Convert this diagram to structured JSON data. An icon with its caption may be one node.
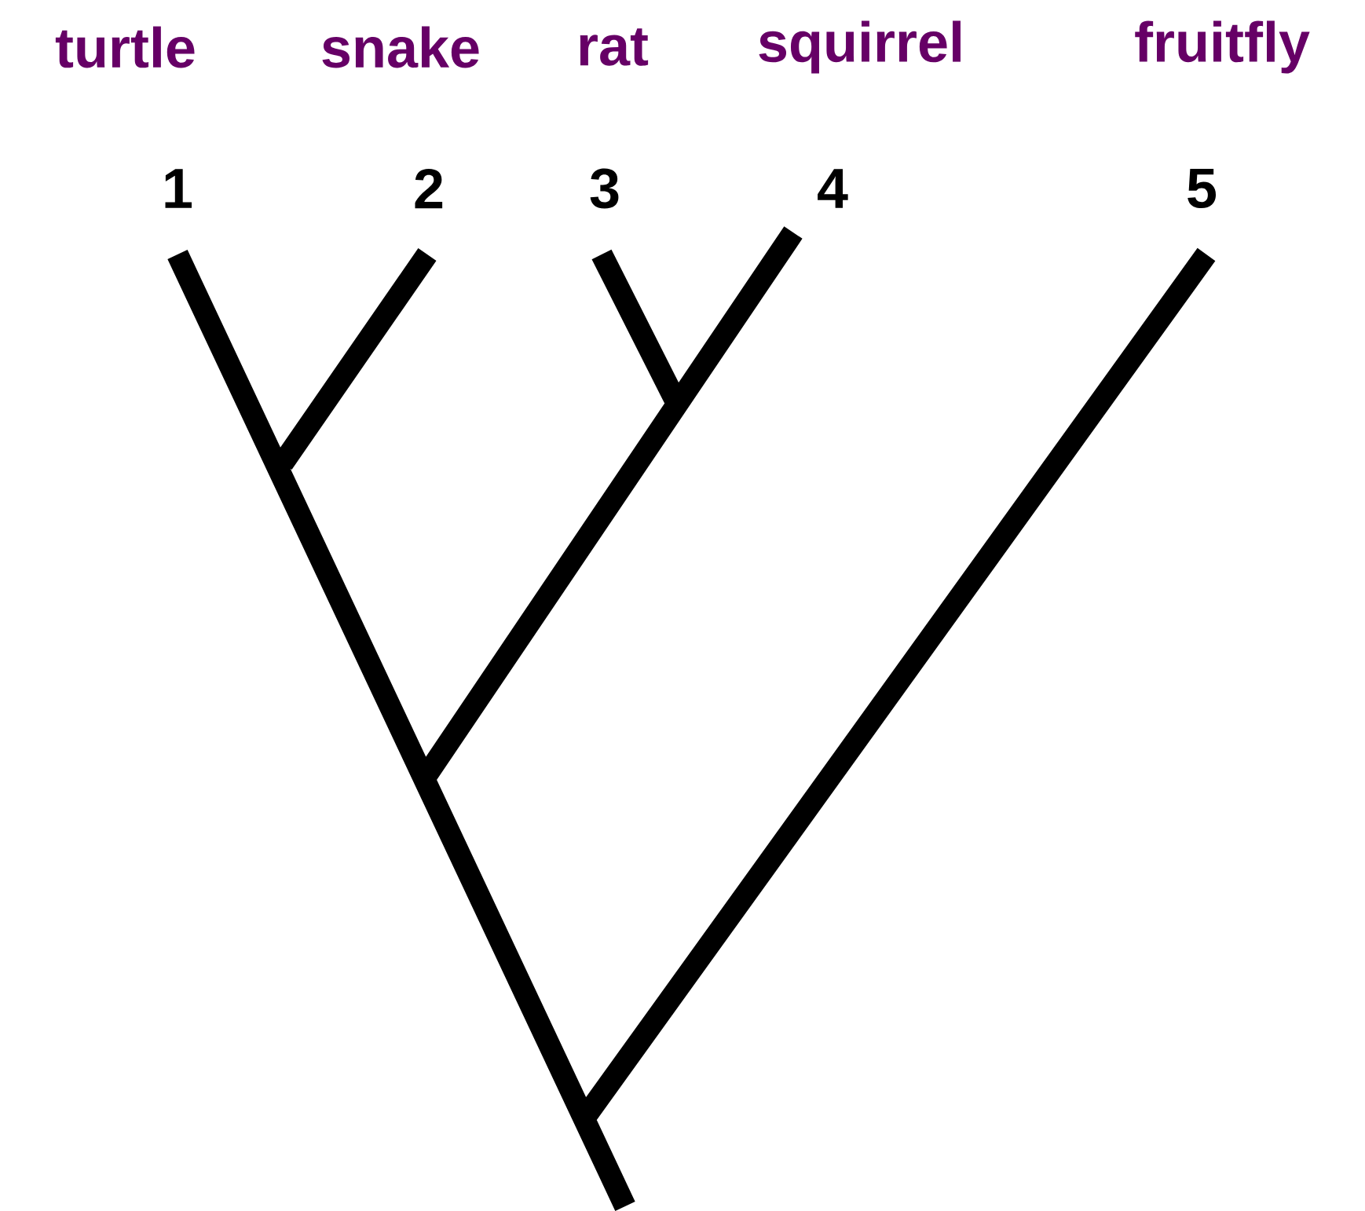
{
  "diagram": {
    "labels": [
      "turtle",
      "snake",
      "rat",
      "squirrel",
      "fruitfly",
      "1",
      "2",
      "3",
      "4",
      "5"
    ]
  }
}
